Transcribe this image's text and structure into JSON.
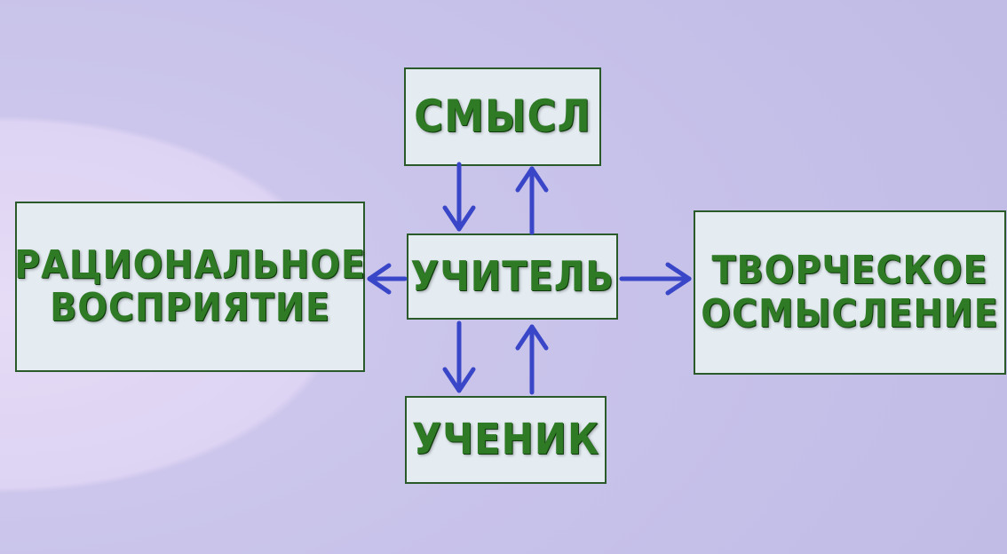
{
  "nodes": {
    "meaning": {
      "lines": [
        "СМЫСЛ"
      ]
    },
    "teacher": {
      "lines": [
        "УЧИТЕЛЬ"
      ]
    },
    "student": {
      "lines": [
        "УЧЕНИК"
      ]
    },
    "rational_perception": {
      "lines": [
        "РАЦИОНАЛЬНОЕ",
        "ВОСПРИЯТИЕ"
      ]
    },
    "creative_comprehension": {
      "lines": [
        "ТВОРЧЕСКОЕ",
        "ОСМЫСЛЕНИЕ"
      ]
    }
  },
  "colors": {
    "background": "#c4bfe8",
    "box_fill": "#e4ecf2",
    "box_border": "#2a5a2a",
    "text": "#2f7a25",
    "arrow": "#3a46c8"
  }
}
